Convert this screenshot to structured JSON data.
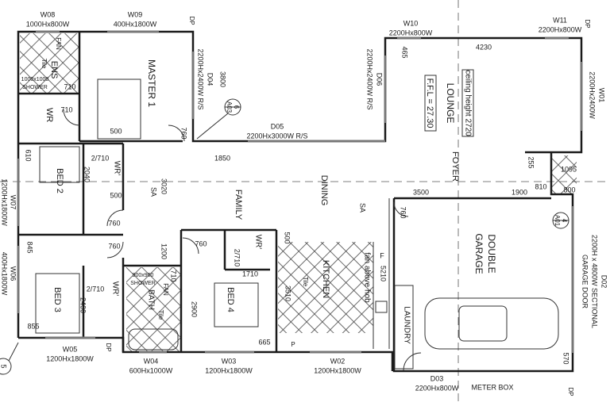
{
  "rooms": {
    "master1": "MASTER 1",
    "ens": "ENS",
    "wr1": "WR",
    "bed2": "BED 2",
    "wr2": "WR'",
    "bed3": "BED 3",
    "wr3": "WR'",
    "bath": "BATH",
    "bed4": "BED 4",
    "wr4": "WR'",
    "family": "FAMILY",
    "dining": "DINING",
    "kitchen": "KITCHEN",
    "lounge": "LOUNGE",
    "foyer": "FOYER",
    "garage_1": "DOUBLE",
    "garage_2": "GARAGE",
    "laundry": "LAUNDRY"
  },
  "openings": {
    "w08": {
      "id": "W08",
      "spec": "1000Hx800W"
    },
    "w09": {
      "id": "W09",
      "spec": "400Hx1800W"
    },
    "w10": {
      "id": "W10",
      "spec": "2200Hx800W"
    },
    "w11": {
      "id": "W11",
      "spec": "2200Hx800W"
    },
    "w01": {
      "id": "W01",
      "spec": "2200Hx2400W"
    },
    "w07": {
      "id": "W07",
      "spec": "1200Hx1800W"
    },
    "w06": {
      "id": "W06",
      "spec": "400Hx1800W"
    },
    "w05": {
      "id": "W05",
      "spec": "1200Hx1800W"
    },
    "w04": {
      "id": "W04",
      "spec": "600Hx1000W"
    },
    "w03": {
      "id": "W03",
      "spec": "1200Hx1800W"
    },
    "w02": {
      "id": "W02",
      "spec": "1200Hx1800W"
    },
    "d02": {
      "id": "D02",
      "spec": "2200H x 4800W SECTIONAL",
      "spec2": "GARAGE DOOR"
    },
    "d03": {
      "id": "D03",
      "spec": "2200Hx800W"
    },
    "d04": {
      "id": "D04",
      "spec": "2200Hx2400W R/S"
    },
    "d05": {
      "id": "D05",
      "spec": "2200Hx3000W R/S"
    },
    "d06": {
      "id": "D06",
      "spec": "2200Hx2400W R/S"
    }
  },
  "dimensions": {
    "d3800": "3800",
    "d1850": "1850",
    "d4230": "4230",
    "d465": "465",
    "d710a": "710",
    "d710b": "710",
    "d500a": "500",
    "d760a": "760",
    "d610": "610",
    "d2710a": "2/710",
    "d2040": "2040",
    "d500b": "500",
    "d3020": "3020",
    "d760b": "760",
    "d760c": "760",
    "d1200": "1200",
    "d845": "845",
    "d2710b": "2/710",
    "d2400": "2400",
    "d855": "855",
    "d2900": "2900",
    "d760d": "760",
    "d2710c": "2/710",
    "d1710": "1710",
    "d665": "665",
    "d500c": "500",
    "d3510": "3510",
    "d5210": "5210",
    "d570": "570",
    "d255": "255",
    "d1095": "1095",
    "d810": "810",
    "d1900": "1900",
    "d800": "800",
    "d3500": "3500",
    "d710c": "710",
    "d760e": "760"
  },
  "notes": {
    "ffl": "F.F.L = 27.30",
    "ceiling": "ceiling height 2720",
    "fan_hob": "fan above hob",
    "meter_box": "METER BOX",
    "dp1": "DP",
    "dp2": "DP",
    "dp3": "DP",
    "dp4": "DP",
    "sa1": "SA",
    "sa2": "SA",
    "fridge": "F",
    "pantry": "P",
    "tile1": "Tile",
    "tile2": "Tile",
    "tile3": "Tile",
    "fan1": "FAN",
    "fan2": "FAN",
    "shower1": "1000x1000",
    "shower1b": "SHOWER",
    "shower2": "900x900",
    "shower2b": "SHOWER"
  },
  "section_markers": {
    "s6": {
      "num": "6",
      "sheet": "A03"
    },
    "s4": {
      "num": "4",
      "sheet": "A01"
    },
    "s5": {
      "num": "5"
    }
  },
  "colors": {
    "line": "#1a1a1a",
    "window": "#777777",
    "background": "#ffffff"
  }
}
